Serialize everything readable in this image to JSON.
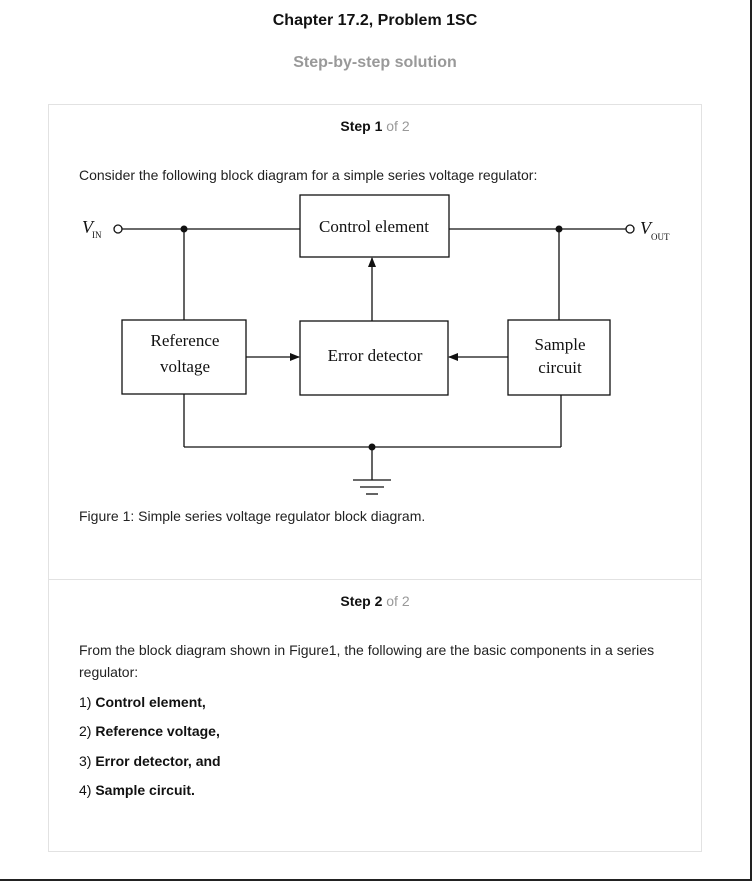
{
  "header": {
    "title": "Chapter 17.2, Problem 1SC",
    "subtitle": "Step-by-step solution"
  },
  "steps": [
    {
      "step_label": "Step 1",
      "of_label": "of 2",
      "intro": "Consider the following block diagram for a simple series voltage regulator:",
      "caption": "Figure 1: Simple series voltage regulator block diagram."
    },
    {
      "step_label": "Step 2",
      "of_label": "of 2",
      "intro": "From the block diagram shown in Figure1, the following are the basic components in a series regulator:",
      "items": [
        {
          "num": "1)",
          "text": "Control element,"
        },
        {
          "num": "2)",
          "text": "Reference voltage,"
        },
        {
          "num": "3)",
          "text": "Error detector, and"
        },
        {
          "num": "4)",
          "text": "Sample circuit."
        }
      ]
    }
  ],
  "diagram": {
    "vin_main": "V",
    "vin_sub": "IN",
    "vout_main": "V",
    "vout_sub": "OUT",
    "control_element": "Control element",
    "reference_line1": "Reference",
    "reference_line2": "voltage",
    "error_detector": "Error detector",
    "sample_line1": "Sample",
    "sample_line2": "circuit"
  }
}
